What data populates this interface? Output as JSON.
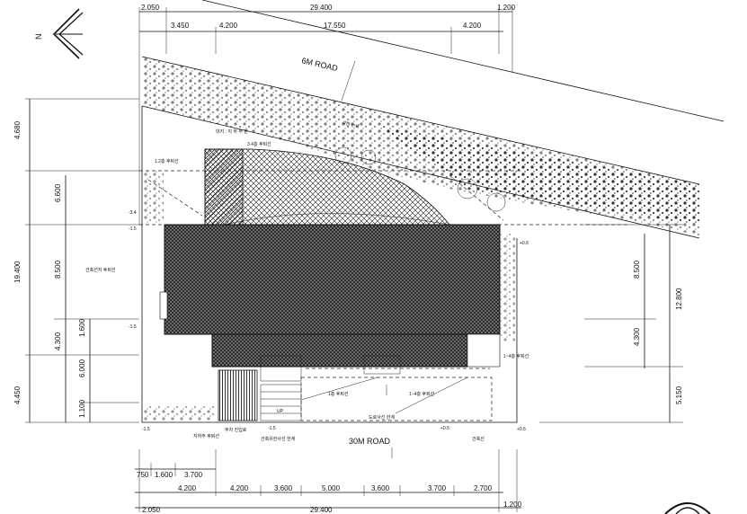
{
  "north_label": "N",
  "roads": {
    "top": "6M ROAD",
    "bottom": "30M ROAD"
  },
  "top_dims": {
    "row1": [
      "2.050",
      "29.400",
      "1.200"
    ],
    "row2": [
      "3.450",
      "4.200",
      "17.550",
      "4.200"
    ]
  },
  "bottom_dims": {
    "row1": [
      "750",
      "1.600",
      "3.700"
    ],
    "row2": [
      "4.200",
      "4.200",
      "3.600",
      "5.000",
      "3.600",
      "3.700",
      "2.700"
    ],
    "row3": [
      "2.050",
      "29.400",
      "1.200"
    ]
  },
  "left_dims": {
    "outer": [
      "4.680",
      "19.400",
      "4.450"
    ],
    "inner": [
      "6.600",
      "8.500",
      "4.300",
      "6.000"
    ],
    "innermost": [
      "1.600",
      "1.100"
    ]
  },
  "right_dims": {
    "outer": [
      "12.800",
      "5.150"
    ],
    "inner": [
      "8.500",
      "4.300"
    ]
  },
  "levels": [
    "-3.4",
    "-1.5",
    "+0.6",
    "-1.5",
    "-1.5",
    "+0.5",
    "+0.5",
    "-1.5"
  ],
  "korean_labels": {
    "boundary_top": "사현 논쇄",
    "setback_1f": "1.2층 후퇴선",
    "setback_3f": "3.4층 후퇴선",
    "site_note": "대지 : 지 하 부 분",
    "left_setback": "건축선지 후퇴선",
    "bottom_left_a": "지하주 후퇴선",
    "bottom_left_b": "주차 진입로",
    "bottom_mid": "건축유한사선 한계",
    "bottom_center": "도로사선 한계",
    "bottom_right": "건축선",
    "inner_a": "1층 후퇴선",
    "inner_b": "1~4층 후퇴선",
    "right_note": "1~4층 후퇴선",
    "up_label": "UP"
  }
}
